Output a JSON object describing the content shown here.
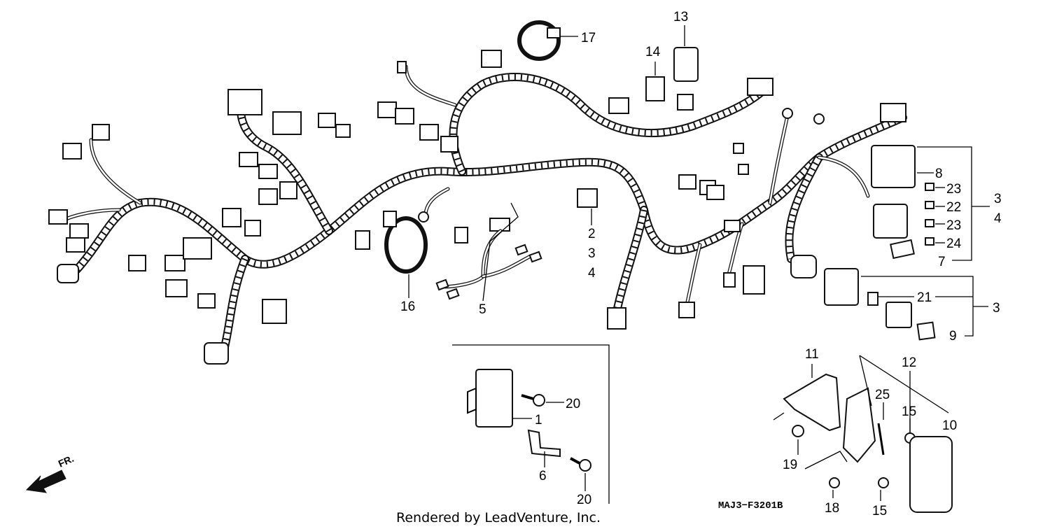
{
  "labels": {
    "l1": "1",
    "l2": "2",
    "l3a": "3",
    "l3b": "3",
    "l3c": "3",
    "l4a": "4",
    "l4b": "4",
    "l5": "5",
    "l6": "6",
    "l7": "7",
    "l8": "8",
    "l9": "9",
    "l10": "10",
    "l11": "11",
    "l12": "12",
    "l13": "13",
    "l14": "14",
    "l15a": "15",
    "l15b": "15",
    "l16": "16",
    "l17": "17",
    "l18": "18",
    "l19": "19",
    "l20a": "20",
    "l20b": "20",
    "l21": "21",
    "l22": "22",
    "l23a": "23",
    "l23b": "23",
    "l24": "24",
    "l25": "25"
  },
  "direction_marker": "FR.",
  "diagram_code": "MAJ3−F3201B",
  "credit": "Rendered by LeadVenture, Inc."
}
